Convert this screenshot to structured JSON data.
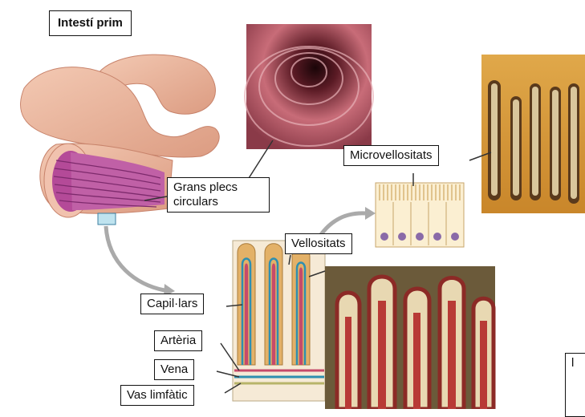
{
  "labels": {
    "title": "Intestí prim",
    "microvellositats": "Microvellositats",
    "grans_plecs": "Grans plecs circulars",
    "vellositats": "Vellositats",
    "capil_lars": "Capil·lars",
    "arteria": "Artèria",
    "vena": "Vena",
    "vas_limfatic": "Vas limfàtic",
    "corner_fragment": "l"
  },
  "colors": {
    "intestine_outer": "#e9b39a",
    "intestine_inner": "#b44a98",
    "endoscopy_dark": "#2a0a0f",
    "endoscopy_pink": "#c86c78",
    "micrograph_bg": "#d69a37",
    "villus_red": "#b83a36",
    "villus_cream": "#e8d8b2",
    "vessel_blue": "#2e8fb0",
    "vessel_red": "#c64a6a"
  }
}
